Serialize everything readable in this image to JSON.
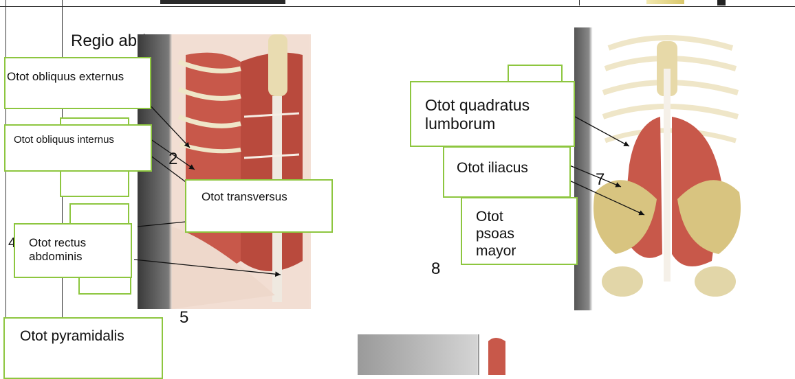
{
  "title": "Regio abdomen",
  "labels": {
    "obliquus_externus": "Otot obliquus externus",
    "obliquus_internus": "Otot obliquus internus",
    "transversus": "Otot transversus",
    "rectus_abdominis": "Otot rectus abdominis",
    "pyramidalis": "Otot pyramidalis",
    "quadratus_lumborum": "Otot quadratus lumborum",
    "iliacus": "Otot iliacus",
    "psoas_mayor": "Otot psoas mayor"
  },
  "numbers": {
    "n2": "2",
    "n5": "5",
    "n7": "7",
    "n8": "8",
    "n4": "4"
  },
  "colors": {
    "accent": "#8dc63f",
    "muscle": "#c8584a",
    "bone": "#efe6c8"
  }
}
